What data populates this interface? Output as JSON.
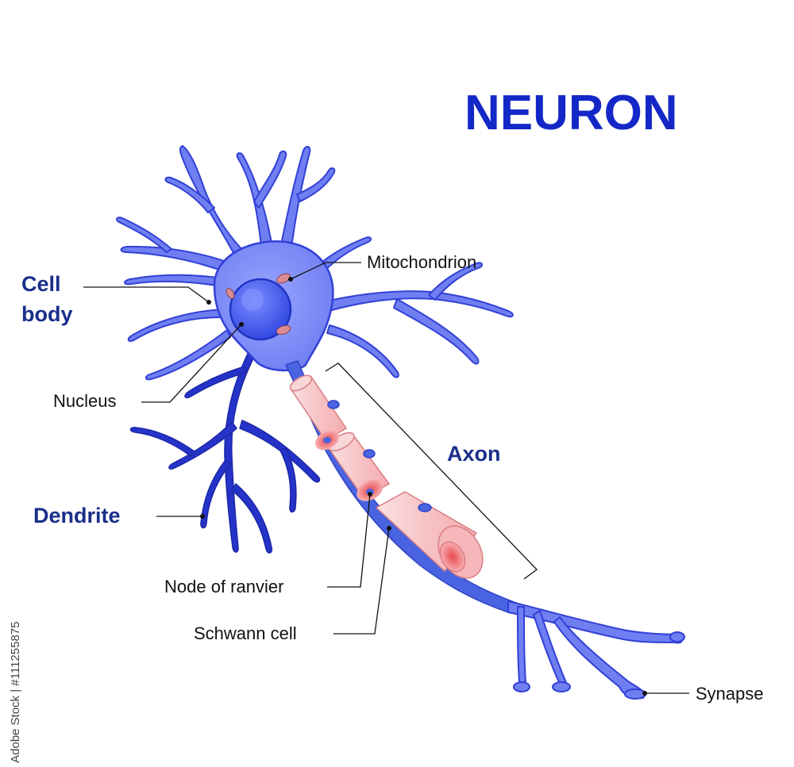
{
  "title": "NEURON",
  "labels": {
    "cell_body_line1": "Cell",
    "cell_body_line2": "body",
    "mitochondrion": "Mitochondrion",
    "nucleus": "Nucleus",
    "axon": "Axon",
    "dendrite": "Dendrite",
    "node_of_ranvier": "Node of ranvier",
    "schwann_cell": "Schwann cell",
    "synapse": "Synapse"
  },
  "watermark": "Adobe Stock | #111255875",
  "colors": {
    "title": "#1428c8",
    "heading_labels": "#1a2f8a",
    "neuron_body": "#6f7ff2",
    "neuron_outline": "#3240d6",
    "dendrite_dark": "#2633c8",
    "nucleus": "#3f55ea",
    "myelin": "#f7c7c8",
    "node": "#f08a8e",
    "axon_core": "#4a63e0"
  }
}
